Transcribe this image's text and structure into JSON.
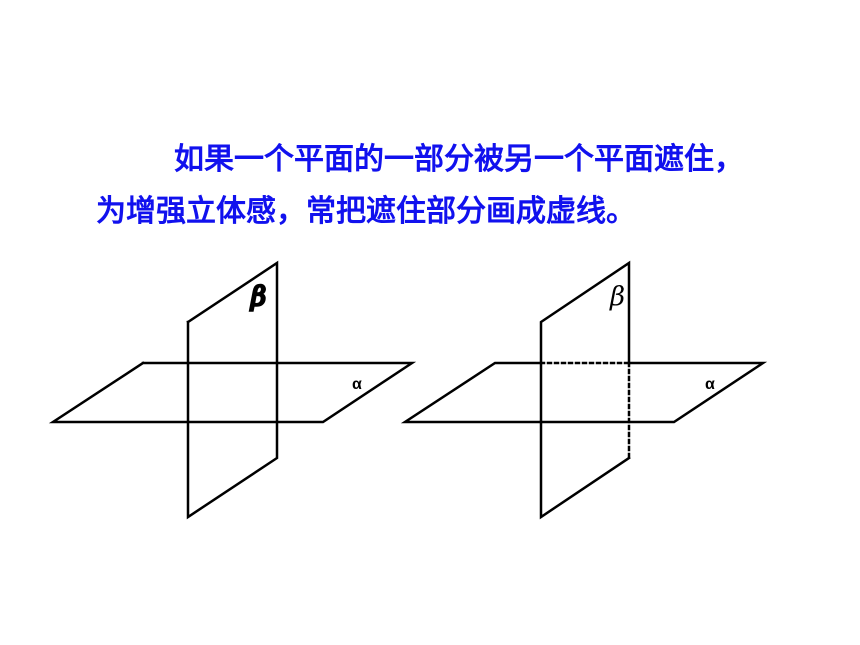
{
  "caption": {
    "line1": "如果一个平面的一部分被另一个平面遮住，",
    "line2": "为增强立体感，常把遮住部分画成虚线。"
  },
  "figures": [
    {
      "plane_vertical_label": "β",
      "plane_horizontal_label": "α"
    },
    {
      "plane_vertical_label": "β",
      "plane_horizontal_label": "α"
    }
  ],
  "colors": {
    "text": "#1111ee",
    "lines": "#000000"
  }
}
